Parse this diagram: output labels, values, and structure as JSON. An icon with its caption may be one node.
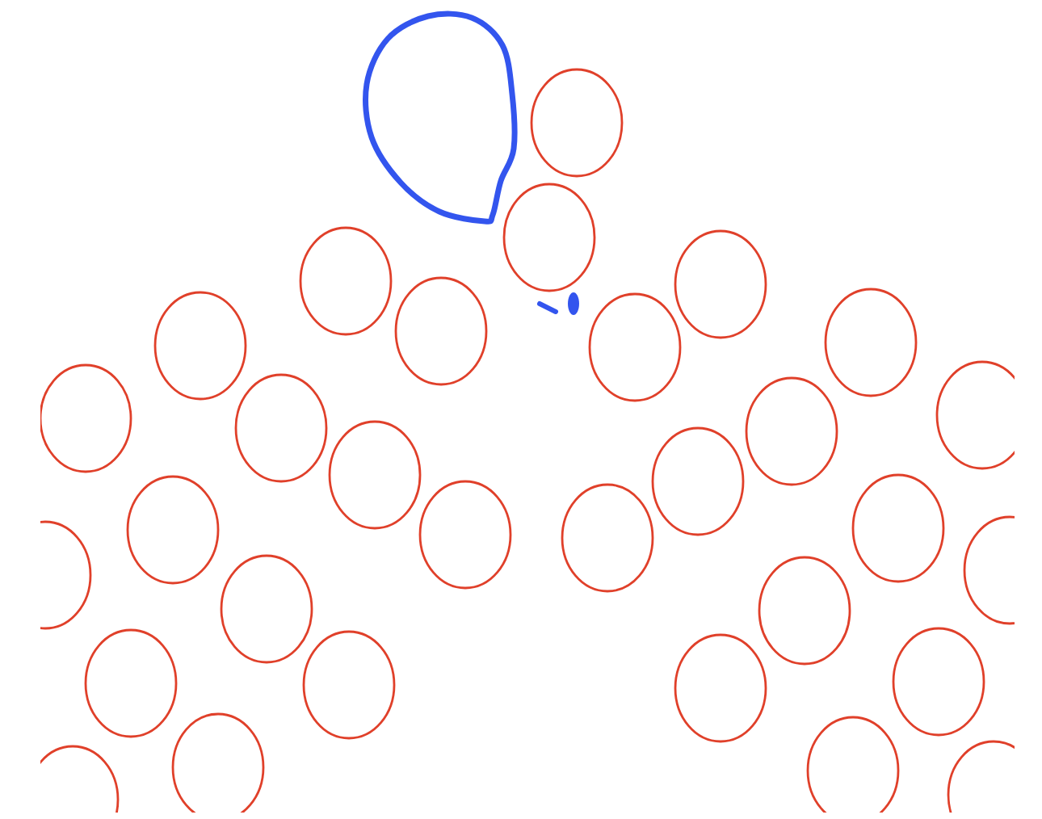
{
  "diagram": {
    "nodes": [
      {
        "text": [],
        "shape": "circle"
      },
      {
        "text": [],
        "shape": "circle"
      },
      {
        "text": [],
        "shape": "circle"
      },
      {
        "text": [],
        "shape": "circle"
      },
      {
        "text": [],
        "shape": "circle"
      },
      {
        "text": [],
        "shape": "circle"
      },
      {
        "text": [],
        "shape": "circle"
      },
      {
        "text": [],
        "shape": "circle"
      },
      {
        "text": [],
        "shape": "circle"
      },
      {
        "text": [],
        "shape": "circle"
      },
      {
        "text": [],
        "shape": "circle"
      },
      {
        "text": [],
        "shape": "circle"
      },
      {
        "text": [],
        "shape": "circle"
      },
      {
        "text": [],
        "shape": "circle"
      },
      {
        "text": [],
        "shape": "circle"
      },
      {
        "text": [],
        "shape": "circle"
      },
      {
        "text": [],
        "shape": "circle"
      },
      {
        "text": [],
        "shape": "circle"
      },
      {
        "text": [],
        "shape": "circle"
      },
      {
        "text": [],
        "shape": "circle"
      },
      {
        "text": [],
        "shape": "circle"
      },
      {
        "text": [],
        "shape": "circle"
      },
      {
        "text": [],
        "shape": "circle"
      },
      {
        "text": [],
        "shape": "circle"
      },
      {
        "text": [],
        "shape": "circle"
      },
      {
        "text": [],
        "shape": "circle"
      },
      {
        "text": [],
        "shape": "circle"
      },
      {
        "text": [],
        "shape": "circle"
      },
      {
        "text": [],
        "shape": "circle"
      },
      {
        "text": [],
        "shape": "circle"
      }
    ]
  }
}
